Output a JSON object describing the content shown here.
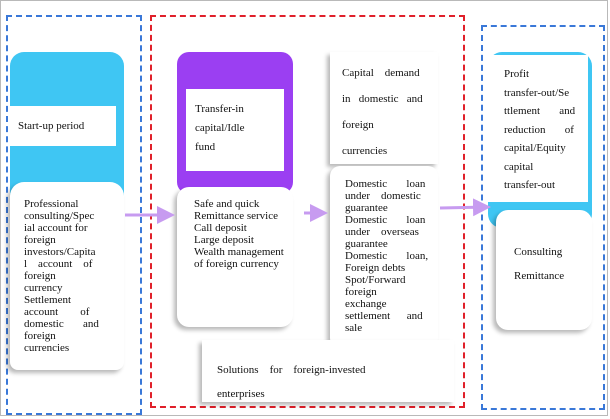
{
  "left_panel": {
    "title": "Start-up period",
    "lines": [
      "Professional",
      "consulting/Spec",
      "ial account for",
      "foreign",
      "investors/Capita",
      "l    account    of",
      "foreign",
      "currency",
      "Settlement",
      "account        of",
      "domestic       and",
      "foreign",
      "currencies"
    ]
  },
  "middle_panel": {
    "title_lines": [
      "Transfer-in",
      "capital/Idle",
      "fund"
    ],
    "services": [
      "Safe and quick",
      "Remittance service",
      "Call deposit",
      "Large deposit",
      "Wealth management",
      "of foreign currency"
    ],
    "capital_demand_lines": [
      "Capital    demand",
      "in   domestic   and",
      "foreign",
      "currencies"
    ],
    "loan_lines": [
      "Domestic       loan",
      "under    domestic",
      "guarantee",
      "Domestic       loan",
      "under    overseas",
      "guarantee",
      "Domestic       loan,",
      "Foreign debts",
      "Spot/Forward",
      "foreign",
      "exchange",
      "settlement      and",
      "sale"
    ],
    "solutions_lines": [
      "Solutions    for    foreign-invested",
      "enterprises"
    ]
  },
  "right_panel": {
    "title_lines": [
      "Profit",
      "transfer-out/Se",
      "ttlement       and",
      "reduction       of",
      "capital/Equity",
      "capital",
      "transfer-out"
    ],
    "sub_lines": [
      "Consulting",
      "Remittance"
    ]
  },
  "colors": {
    "blue_dash": "#3a78d8",
    "red_dash": "#e0202a",
    "cyan": "#3fc6f3",
    "purple": "#9b3ff2",
    "arrow": "#c79bf0"
  }
}
